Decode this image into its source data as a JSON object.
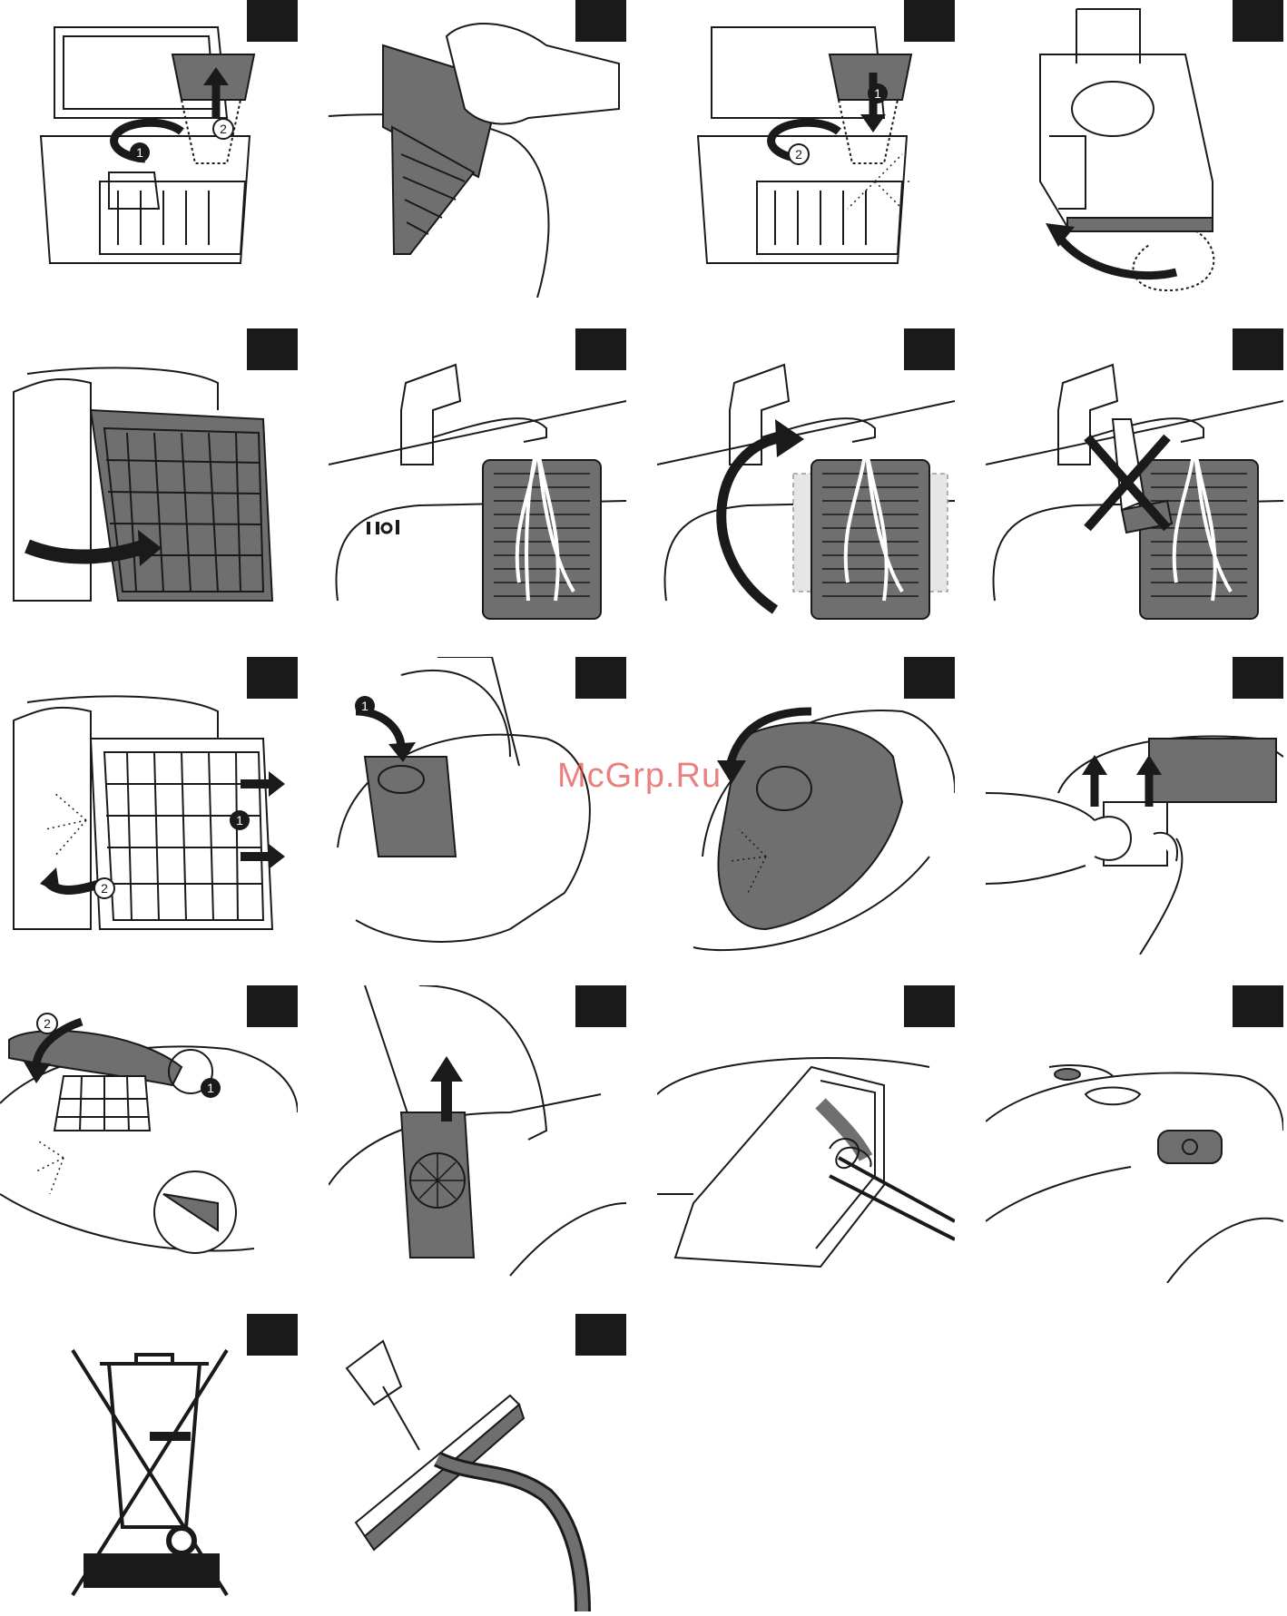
{
  "watermark": "McGrp.Ru",
  "colors": {
    "ink": "#1a1a1a",
    "part": "#6f6f6f",
    "water": "#ffffff"
  },
  "callouts": {
    "p1": [
      "1",
      "2"
    ],
    "p3": [
      "1",
      "2"
    ],
    "p9": [
      "1",
      "2"
    ],
    "p10": [
      "1"
    ],
    "p13": [
      "1",
      "2"
    ]
  }
}
